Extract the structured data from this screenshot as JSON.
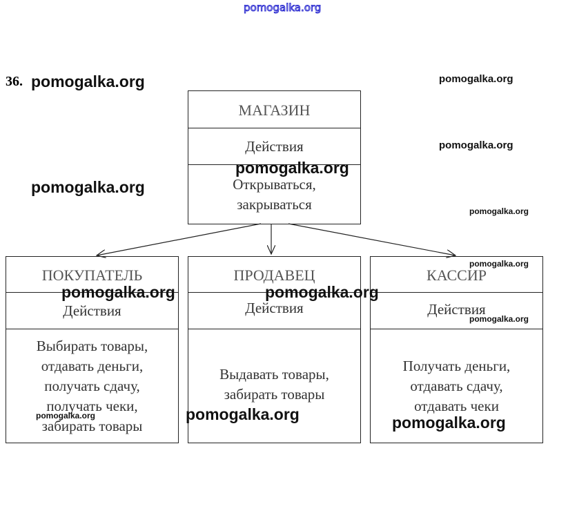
{
  "watermark_top": "pomogalka.org",
  "problem_number": "36.",
  "watermarks": [
    "pomogalka.org",
    "pomogalka.org",
    "pomogalka.org",
    "pomogalka.org",
    "pomogalka.org",
    "pomogalka.org",
    "pomogalka.org",
    "pomogalka.org",
    "pomogalka.org",
    "pomogalka.org",
    "pomogalka.org",
    "pomogalka.org",
    "pomogalka.org",
    "pomogalka.org"
  ],
  "shop": {
    "title": "МАГАЗИН",
    "section": "Действия",
    "actions": "Открываться, закрываться"
  },
  "buyer": {
    "title": "ПОКУПАТЕЛЬ",
    "section": "Действия",
    "actions": "Выбирать товары, отдавать деньги, получать сдачу, получать чеки, забирать товары"
  },
  "seller": {
    "title": "ПРОДАВЕЦ",
    "section": "Действия",
    "actions": "Выдавать товары, забирать товары"
  },
  "cashier": {
    "title": "КАССИР",
    "section": "Действия",
    "actions": "Получать деньги, отдавать сдачу, отдавать чеки"
  }
}
